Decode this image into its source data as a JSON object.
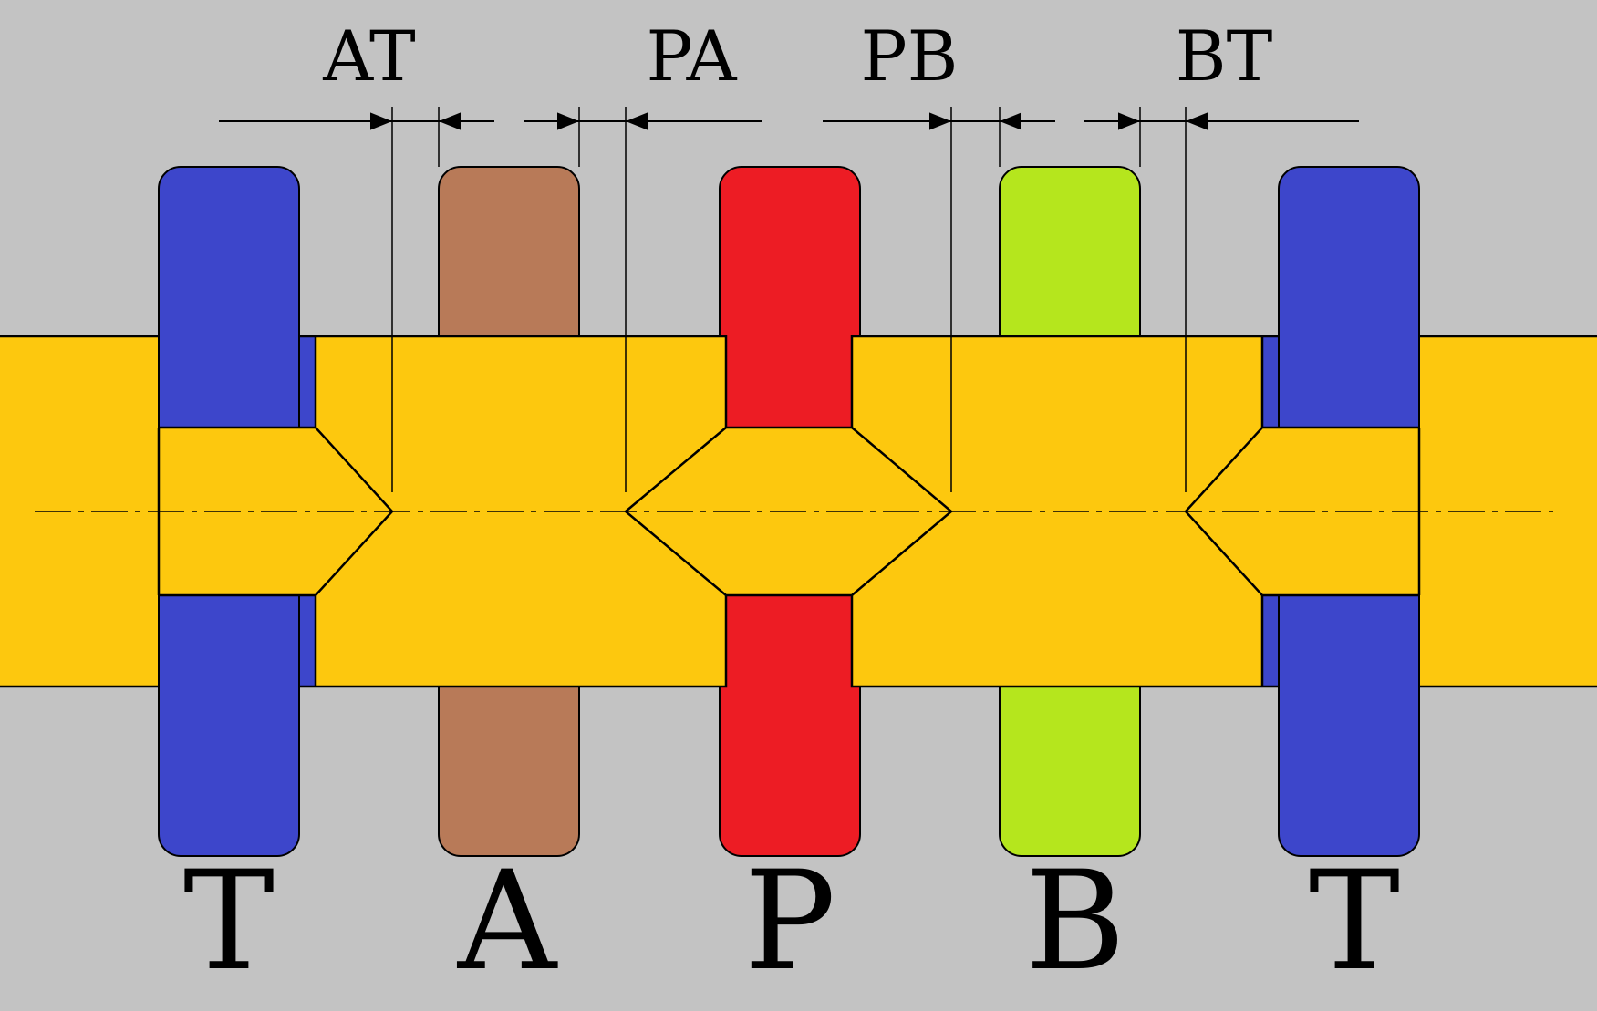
{
  "background": "#c3c3c3",
  "colors": {
    "spool": "#fdc80e",
    "tank": "#3d46cb",
    "port_a": "#b87a58",
    "port_p": "#ed1c24",
    "port_b": "#b5e61d",
    "outline": "#000000"
  },
  "dimensions": [
    {
      "id": "at",
      "label": "AT"
    },
    {
      "id": "pa",
      "label": "PA"
    },
    {
      "id": "pb",
      "label": "PB"
    },
    {
      "id": "bt",
      "label": "BT"
    }
  ],
  "ports": [
    {
      "id": "t-left",
      "label": "T",
      "color": "tank"
    },
    {
      "id": "a",
      "label": "A",
      "color": "port_a"
    },
    {
      "id": "p",
      "label": "P",
      "color": "port_p"
    },
    {
      "id": "b",
      "label": "B",
      "color": "port_b"
    },
    {
      "id": "t-right",
      "label": "T",
      "color": "tank"
    }
  ]
}
